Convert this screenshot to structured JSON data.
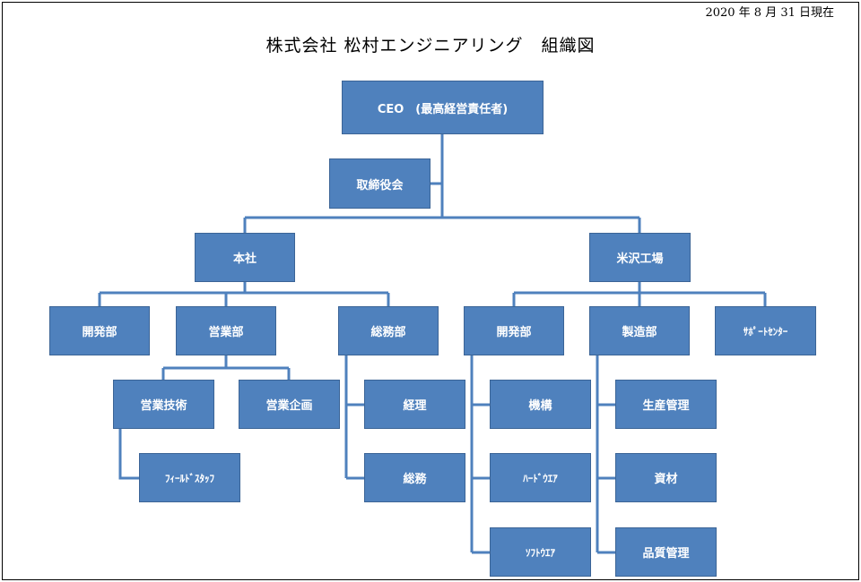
{
  "header": {
    "date": "2020 年 8 月 31 日現在",
    "title": "株式会社 松村エンジニアリング　組織図"
  },
  "nodes": {
    "ceo": "CEO　(最高経営責任者)",
    "board": "取締役会",
    "honsha": "本社",
    "yonezawa": "米沢工場",
    "honsha_dev": "開発部",
    "sales": "営業部",
    "general_affairs": "総務部",
    "yonezawa_dev": "開発部",
    "manufacturing": "製造部",
    "support_center": "ｻﾎﾟｰﾄｾﾝﾀｰ",
    "sales_tech": "営業技術",
    "sales_planning": "営業企画",
    "field_staff": "ﾌｨｰﾙﾄﾞｽﾀｯﾌ",
    "accounting": "経理",
    "ga_section": "総務",
    "mechanism": "機構",
    "hardware": "ﾊｰﾄﾞｳｴｱ",
    "software": "ｿﾌﾄｳｴｱ",
    "production_mgmt": "生産管理",
    "materials": "資材",
    "quality_mgmt": "品質管理"
  },
  "colors": {
    "box_fill": "#4f81bd",
    "box_text": "#ffffff",
    "connector": "#4f81bd"
  }
}
